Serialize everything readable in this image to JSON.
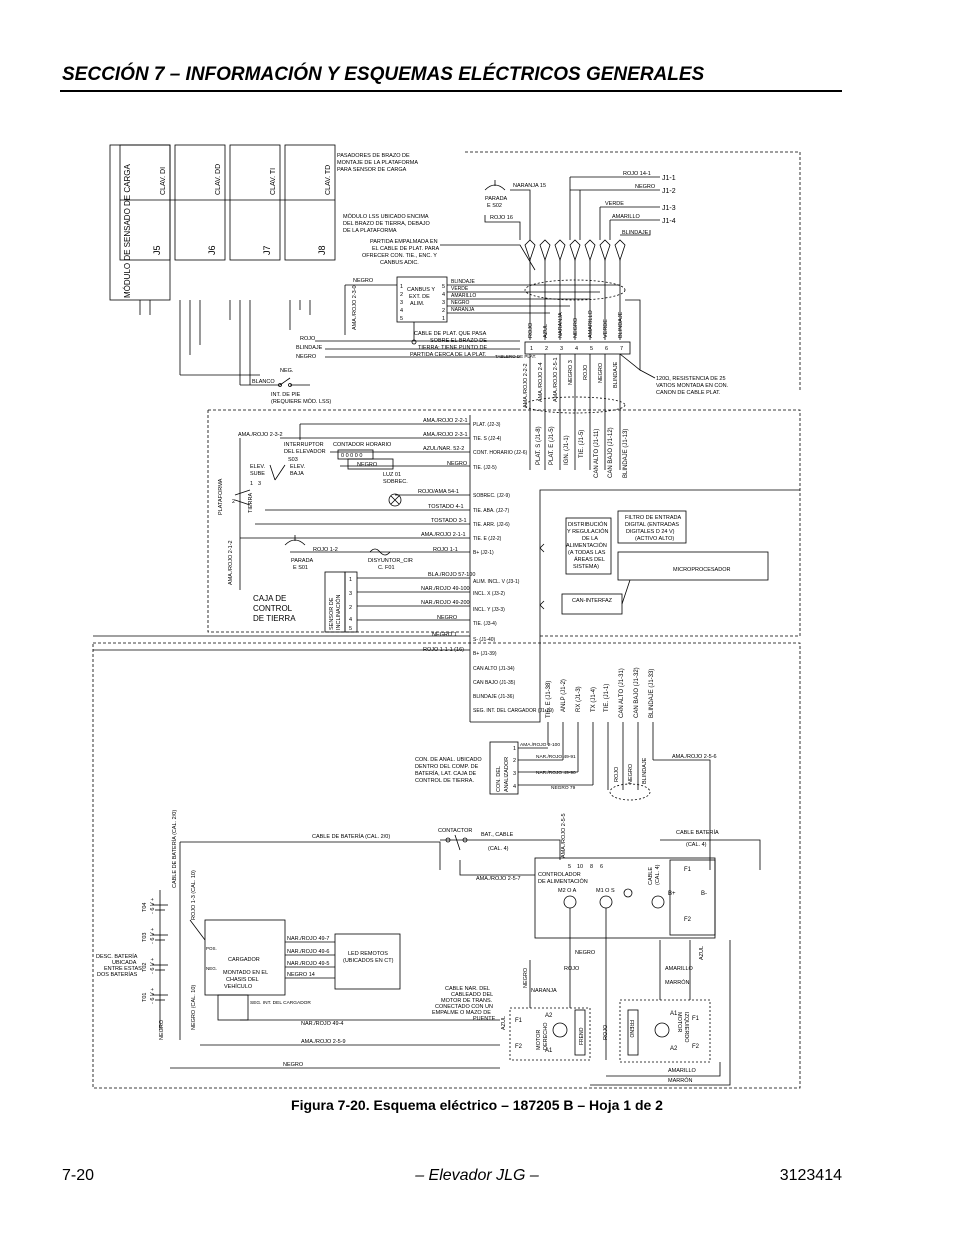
{
  "header": {
    "title": "SECCIÓN 7 – INFORMACIÓN Y ESQUEMAS ELÉCTRICOS GENERALES"
  },
  "caption": "Figura 7-20.  Esquema eléctrico – 187205 B – Hoja 1 de 2",
  "footer": {
    "page": "7-20",
    "center": "– Elevador JLG –",
    "doc": "3123414"
  },
  "diagram": {
    "load_module": "MÓDULO DE SENSADO DE CARGA",
    "connectors": [
      "J5",
      "J6",
      "J7",
      "J8"
    ],
    "clav_labels": [
      "CLAV. DI",
      "CLAV. DD",
      "CLAV. TI",
      "CLAV. TD"
    ],
    "pins": [
      "PASADORES DE BRAZO DE",
      "MONTAJE DE LA PLATAFORMA",
      "PARA SENSOR DE CARGA"
    ],
    "lss_note": [
      "MÓDULO LSS UBICADO ENCIMA",
      "DEL BRAZO DE TIERRA, DEBAJO",
      "DE LA PLATAFORMA"
    ],
    "partida_note": [
      "PARTIDA EMPALMADA EN",
      "EL CABLE DE PLAT. PARA",
      "OFRECER CON. TIE., ENC. Y",
      "CANBUS ADIC."
    ],
    "canbus": [
      "CANBUS Y",
      "EXT. DE",
      "ALIM."
    ],
    "canbus_wires": [
      "BLINDAJE",
      "VERDE",
      "AMARILLO",
      "NEGRO",
      "NARANJA"
    ],
    "plat_cable": [
      "CABLE DE PLAT. QUE PASA",
      "SOBRE EL BRAZO DE",
      "TIERRA; TIENE PUNTO DE",
      "PARTIDA CERCA DE LA PLAT."
    ],
    "tablero_plat": "TABLERO DE PLAT.",
    "resistor": [
      "120Ω, RESISTENCIA DE 25",
      "VATIOS MONTADA EN CON.",
      "CANON DE CABLE PLAT."
    ],
    "stop_top": [
      "PARADA",
      "E S02"
    ],
    "stop_wires": [
      "NARANJA 15",
      "ROJO 16"
    ],
    "j1_wires": [
      "ROJO 14-1",
      "NEGRO",
      "VERDE",
      "AMARILLO",
      "BLINDAJE"
    ],
    "j1_labels": [
      "J1-1",
      "J1-2",
      "J1-3",
      "J1-4"
    ],
    "plat_cable_cols": [
      "ROJO",
      "AZUL",
      "NARANJA",
      "NEGRO",
      "AMARILLO",
      "VERDE",
      "BLINDAJE"
    ],
    "plat_cable_pins": [
      "1",
      "2",
      "3",
      "4",
      "5",
      "6",
      "7"
    ],
    "plat_below": [
      "AMA./ROJO 2-2-2",
      "AMA./ROJO 2-4",
      "AMA./ROJO 2-5-1",
      "NEGRO 3",
      "ROJO",
      "NEGRO",
      "BLINDAJE"
    ],
    "plat_j": [
      "PLAT. S (J1-8)",
      "PLAT. E (J1-5)",
      "IGN. (J1-1)",
      "TIE. (J1-5)",
      "CAN ALTO (J1-11)",
      "CAN BAJO (J1-12)",
      "BLINDAJE (J1-13)"
    ],
    "left_wires": [
      "ROJO",
      "BLINDAJE",
      "NEGRO"
    ],
    "neg": "NEG.",
    "blanco": "BLANCO",
    "int_pie": [
      "INT. DE PIE",
      "(REQUIERE MÓD. LSS)"
    ],
    "negro_top": "NEGRO",
    "ama_rojo_230": "AMA./ROJO 2-3-0",
    "ground_box": {
      "title": [
        "CAJA DE",
        "CONTROL",
        "DE TIERRA"
      ],
      "interruptor": [
        "INTERRUPTOR",
        "DEL ELEVADOR",
        "S03"
      ],
      "contador": "CONTADOR HORARIO",
      "contador_display": "0 0 0 0 0",
      "elev": [
        "ELEV.",
        "SUBE",
        "ELEV.",
        "BAJA"
      ],
      "plataforma": "PLATAFORMA",
      "tierra": "TIERRA",
      "switch_nums": [
        "1",
        "2",
        "3"
      ],
      "luz": [
        "LUZ 01",
        "SOBREC."
      ],
      "parada": [
        "PARADA",
        "E S01"
      ],
      "disyuntor": [
        "DISYUNTOR_CIR",
        "C. F01"
      ],
      "sensor": [
        "SENSOR DE",
        "INCLINACIÓN"
      ],
      "sensor_pins": [
        "1",
        "3",
        "2",
        "4",
        "5"
      ],
      "ama_rojo_232": "AMA./ROJO 2-3-2",
      "ama_rojo_212": "AMA./ROJO 2-1-2",
      "rojo_12": "ROJO 1-2",
      "negro_int": "NEGRO",
      "wires": [
        "AMA./ROJO 2-2-1",
        "AMA./ROJO 2-3-1",
        "AZUL/NAR. 52-2",
        "NEGRO",
        "ROJO/AMA 54-1",
        "TOSTADO 4-1",
        "TOSTADO 3-1",
        "AMA./ROJO 2-1-1",
        "ROJO 1-1",
        "BLA./ROJO 57-100",
        "NAR./ROJO 49-100",
        "NAR./ROJO 49-200",
        "NEGRO",
        "NEGRO 1",
        "ROJO 1-1-1 (16)"
      ]
    },
    "ctrl_pins": [
      "PLAT. (J2-3)",
      "TIE. S (J2-4)",
      "CONT. HORARIO (J2-6)",
      "TIE. (J2-5)",
      "SOBREC. (J2-9)",
      "TIE. ABA. (J2-7)",
      "TIE. ARR. (J2-6)",
      "TIE. E (J2-2)",
      "B+ (J2-1)",
      "ALIM. INCL. V (J3-1)",
      "INCL. X (J3-2)",
      "INCL. Y (J3-3)",
      "TIE. (J3-4)",
      "S- (J1-40)",
      "B+ (J1-39)",
      "CAN ALTO (J1-34)",
      "CAN BAJO (J1-35)",
      "BLINDAJE (J1-36)",
      "SEG. INT. DEL CARGADOR (J1-29)"
    ],
    "dist": [
      "DISTRIBUCIÓN",
      "Y REGULACIÓN",
      "DE LA",
      "ALIMENTACIÓN",
      "(A TODAS LAS",
      "ÁREAS DEL",
      "SISTEMA)"
    ],
    "filtro": [
      "FILTRO DE ENTRADA",
      "DIGITAL (ENTRADAS",
      "DIGITALES D 24 V)",
      "(ACTIVO ALTO)"
    ],
    "micro": "MICROPROCESADOR",
    "can_if": "CAN-INTERFAZ",
    "mid_cols": [
      "TIE. E (J1-38)",
      "ANLP (J1-2)",
      "RX (J1-3)",
      "TX (J1-4)",
      "TIE. (J1-1)",
      "CAN ALTO (J1-31)",
      "CAN BAJO (J1-32)",
      "BLINDAJE (J1-33)"
    ],
    "analyzer": [
      "CON. DEL",
      "ANALIZADOR"
    ],
    "analyzer_pins": [
      "1",
      "2",
      "3",
      "4"
    ],
    "analyzer_note": [
      "CON. DE ANAL. UBICADO",
      "DENTRO DEL COMP. DE",
      "BATERÍA, LAT. CAJA DE",
      "CONTROL DE TIERRA."
    ],
    "analyzer_wires": [
      "AMA./ROJO 2-100",
      "NAR./ROJO 49-91",
      "NAR./ROJO 49-90",
      "NEGRO 79"
    ],
    "anal_cols": [
      "ROJO",
      "NEGRO",
      "BLINDAJE"
    ],
    "ama_rojo_256": "AMA./ROJO 2-5-6",
    "battery_cable": "CABLE DE BATERÍA (CAL. 2/0)",
    "battery_cable_v": "CABLE DE BATERÍA (CAL. 2/0)",
    "contactor": "CONTACTOR",
    "bat_cable": [
      "BAT., CABLE",
      "(CAL. 4)"
    ],
    "ama_rojo_255": "AMA./ROJO 2-5-5",
    "ama_rojo_257": "AMA./ROJO 2-5-7",
    "controller": [
      "CONTROLADOR",
      "DE ALIMENTACIÓN"
    ],
    "controller_nums": [
      "5",
      "10",
      "8",
      "6"
    ],
    "m2": "M2 O A",
    "m1": "M1 O S",
    "cable_cal4": [
      "CABLE",
      "(CAL. 4)"
    ],
    "cable_bateria": [
      "CABLE BATERÍA",
      "(CAL. 4)"
    ],
    "fuse_labels": [
      "F1",
      "F2",
      "B-",
      "B+"
    ],
    "battery_labels": [
      "T04",
      "T03",
      "T02",
      "T01"
    ],
    "battery_volts": [
      "- 6 V +",
      "- 6 V +",
      "- 6 V +",
      "- 6 V +"
    ],
    "desc_bateria": [
      "DESC. BATERÍA",
      "UBICADA",
      "ENTRE ESTAS",
      "DOS BATERÍAS"
    ],
    "rojo_13": "ROJO 1-3 (CAL. 10)",
    "negro_cal": "NEGRO (CAL. 10)",
    "negro_v": "NEGRO",
    "charger": [
      "CARGADOR",
      "MONTADO EN EL",
      "CHASIS DEL",
      "VEHÍCULO"
    ],
    "charger_pos": "POS.",
    "charger_neg": "NEG.",
    "charger_seg": "SEG. INT. DEL CARGADOR",
    "charger_wires": [
      "NAR./ROJO 49-7",
      "NAR./ROJO 49-6",
      "NAR./ROJO 49-5",
      "NEGRO 14"
    ],
    "leds": [
      "LED REMOTOS",
      "(UBICADOS EN CT)"
    ],
    "bottom_wires": [
      "NAR./ROJO 49-4",
      "AMA./ROJO 2-5-9",
      "NEGRO"
    ],
    "negro_mot": "NEGRO",
    "rojo_mot": "ROJO",
    "naranja": "NARANJA",
    "amarillo": "AMARILLO",
    "marron": "MARRÓN",
    "azul": "AZUL",
    "nar_cable": [
      "CABLE NAR. DEL",
      "CABLEADO DEL",
      "MOTOR DE TRANS.",
      "CONECTADO CON UN",
      "EMPALME O MAZO DE",
      "PUENTE"
    ],
    "motor_der": [
      "MOTOR",
      "DERECHO"
    ],
    "motor_izq": [
      "MOTOR",
      "IZQUIERDO"
    ],
    "freno": "FRENO",
    "motor_terms": [
      "A1",
      "A2",
      "F1",
      "F2"
    ]
  }
}
